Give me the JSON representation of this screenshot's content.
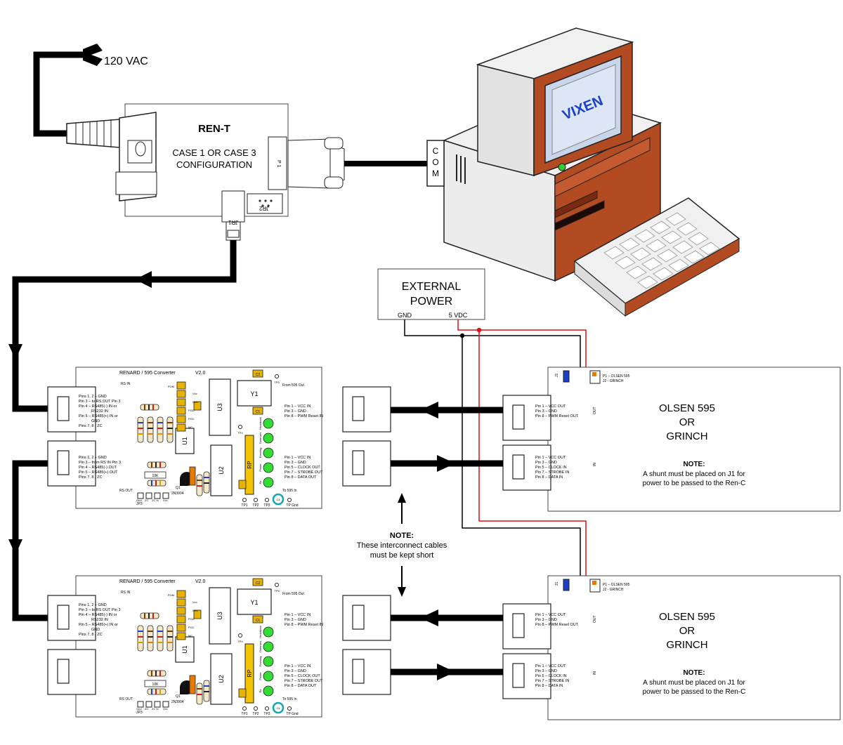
{
  "power": {
    "label": "120 VAC"
  },
  "ren_t": {
    "title": "REN-T",
    "config_line1": "CASE 1 OR CASE 3",
    "config_line2": "CONFIGURATION",
    "p1_label": "P 1",
    "jr1_label": "JR1",
    "jr2_label": "JR2"
  },
  "computer": {
    "screen_text": "VIXEN",
    "com_letters": [
      "C",
      "O",
      "M"
    ]
  },
  "external_power": {
    "line1": "EXTERNAL",
    "line2": "POWER",
    "gnd": "GND",
    "vdc": "5 VDC"
  },
  "converter": {
    "title": "RENARD / 595 Converter",
    "version": "V2.0",
    "rs_in": "RS IN",
    "rs_out": "RS OUT",
    "from_595_out": "From 595 Out",
    "to_595_in": "To 595 In",
    "u1": "U1",
    "u2": "U2",
    "u3": "U3",
    "y1": "Y1",
    "rp": "RP",
    "r_10k": "10K",
    "q1": "Q1",
    "transistor": "2N3904",
    "jp3": "JP3",
    "jp3_pins": [
      "Gnd",
      "ZC",
      "ZC In",
      "Vcc"
    ],
    "tp_labels": [
      "TP1",
      "TP2",
      "TP3",
      "TP Gnd"
    ],
    "tp4": "TP4",
    "tp5": "TP5",
    "c_labels": [
      "C2",
      "C1",
      "C4"
    ],
    "led_labels": [
      "Heartbeat",
      "Overruns",
      "Framing",
      "Power",
      "Rx"
    ],
    "header_labels": [
      "PGM",
      "Vcc",
      "Gnd",
      "PGD",
      "PGC",
      "MC"
    ],
    "rs_in_pins": [
      "Pins 1, 2 – GND",
      "Pin 3 – to RS OUT Pin 3",
      "Pin 4 – RS485(-) IN or",
      "RS232 IN",
      "Pin 5 – RS485(+) IN or",
      "GND",
      "Pins 7, 8 - ZC"
    ],
    "rs_out_pins": [
      "Pins 1, 2 – GND",
      "Pin 3 – from RS IN Pin 3",
      "Pin 4 – RS485(-) OUT",
      "Pin 5 – RS485(+) OUT",
      "Pins 7, 8 - ZC"
    ],
    "from595_pins": [
      "Pin 1 – VCC IN",
      "Pin 3 – GND",
      "Pin 8 – PWM Reset IN"
    ],
    "to595_pins": [
      "Pin 1 – VCC IN",
      "Pin 3 – GND",
      "Pin 5 – CLOCK OUT",
      "Pin 7 – STROBE OUT",
      "Pin 8 – DATA OUT"
    ]
  },
  "olsen": {
    "line1": "OLSEN 595",
    "line2": "OR",
    "line3": "GRINCH",
    "note_title": "NOTE:",
    "note_line1": "A shunt must be placed on J1 for",
    "note_line2": "power to be passed to the Ren-C",
    "jumper_p1": "P1 – OLSEN 595",
    "jumper_j2": "J2 - GRINCH",
    "j1": "J1",
    "out_label": "OUT",
    "in_label": "IN",
    "out_pins": [
      "Pin 1 – VCC OUT",
      "Pin 3 – GND",
      "Pin 8 – PWM Reset OUT"
    ],
    "in_pins": [
      "Pin 1 – VCC OUT",
      "Pin 3 – GND",
      "Pin 5 – CLOCK IN",
      "Pin 7 – STROBE IN",
      "Pin 8 – DATA IN"
    ]
  },
  "center_note": {
    "title": "NOTE:",
    "line1": "These interconnect cables",
    "line2": "must be kept short"
  },
  "colors": {
    "cable": "#000000",
    "red_wire": "#dd1111",
    "led": "#33dd33",
    "header": "#e8b200",
    "rp": "#f5c400",
    "case": "#b24a22",
    "screen": "#c8d4e8"
  }
}
